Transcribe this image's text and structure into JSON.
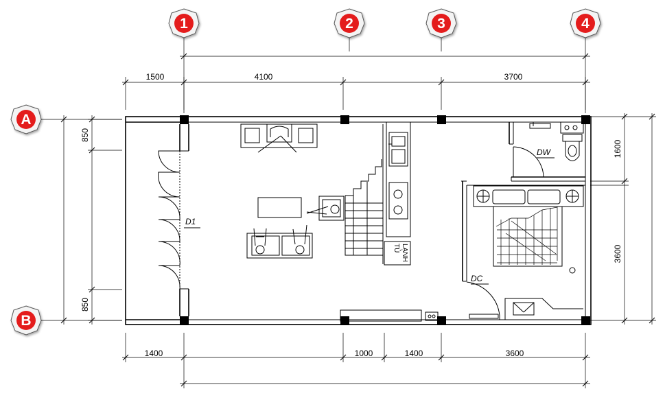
{
  "grid_axes": {
    "columns": [
      "1",
      "2",
      "3",
      "4"
    ],
    "rows": [
      "A",
      "B"
    ]
  },
  "dimensions": {
    "top": [
      "1500",
      "4100",
      "3700"
    ],
    "bottom": [
      "1400",
      "1000",
      "1400",
      "3600"
    ],
    "left": [
      "850",
      "850"
    ],
    "right": [
      "1600",
      "3600"
    ]
  },
  "room_labels": {
    "living_door": "D1",
    "wc_door": "DW",
    "bedroom_door": "DC",
    "fridge_line1": "TỦ",
    "fridge_line2": "LẠNH"
  },
  "colors": {
    "grid_bubble_fill": "#e41e1e",
    "grid_bubble_ring": "#ffffff",
    "grid_bubble_border": "#333333",
    "line": "#000000"
  }
}
